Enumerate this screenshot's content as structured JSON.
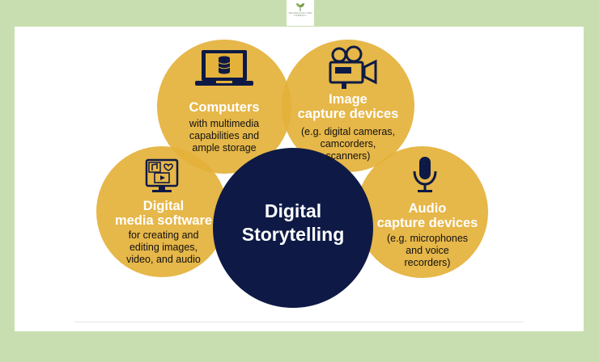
{
  "logo": {
    "text": "Technology and Literacy"
  },
  "center": {
    "line1": "Digital",
    "line2": "Storytelling"
  },
  "nodes": {
    "computers": {
      "title": "Computers",
      "desc": [
        "with multimedia",
        "capabilities and",
        "ample storage"
      ],
      "icon": "laptop-database-icon"
    },
    "image": {
      "title": [
        "Image",
        "capture devices"
      ],
      "desc": [
        "(e.g. digital cameras,",
        "camcorders,",
        "scanners)"
      ],
      "icon": "video-camera-icon"
    },
    "software": {
      "title": [
        "Digital",
        "media software"
      ],
      "desc": [
        "for creating and",
        "editing images,",
        "video, and audio"
      ],
      "icon": "media-monitor-icon"
    },
    "audio": {
      "title": [
        "Audio",
        "capture devices"
      ],
      "desc": [
        "(e.g. microphones",
        "and voice",
        "recorders)"
      ],
      "icon": "microphone-icon"
    }
  },
  "colors": {
    "gold": "#e4b13a",
    "navy": "#0e1a45",
    "frame": "#c9deb0"
  }
}
